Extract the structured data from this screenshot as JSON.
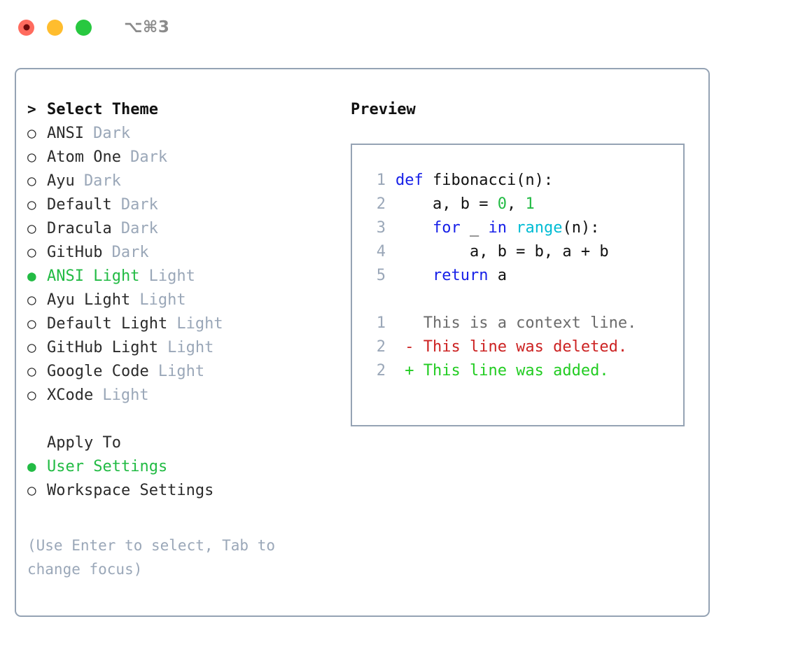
{
  "window": {
    "traffic_lights": [
      {
        "name": "close-recording-dot",
        "color": "#ff6b5e"
      },
      {
        "name": "minimize-dot",
        "color": "#ffbd2e"
      },
      {
        "name": "maximize-dot",
        "color": "#28c840"
      }
    ],
    "shortcut": "⌥⌘3"
  },
  "theme_list": {
    "header_marker": ">",
    "header": "Select Theme",
    "unselected_marker": "○",
    "selected_marker": "●",
    "items": [
      {
        "marker": "○",
        "name": "ANSI",
        "badge": "Dark",
        "selected": false
      },
      {
        "marker": "○",
        "name": "Atom One",
        "badge": "Dark",
        "selected": false
      },
      {
        "marker": "○",
        "name": "Ayu",
        "badge": "Dark",
        "selected": false
      },
      {
        "marker": "○",
        "name": "Default",
        "badge": "Dark",
        "selected": false
      },
      {
        "marker": "○",
        "name": "Dracula",
        "badge": "Dark",
        "selected": false
      },
      {
        "marker": "○",
        "name": "GitHub",
        "badge": "Dark",
        "selected": false
      },
      {
        "marker": "●",
        "name": "ANSI Light",
        "badge": "Light",
        "selected": true
      },
      {
        "marker": "○",
        "name": "Ayu Light",
        "badge": "Light",
        "selected": false
      },
      {
        "marker": "○",
        "name": "Default Light",
        "badge": "Light",
        "selected": false
      },
      {
        "marker": "○",
        "name": "GitHub Light",
        "badge": "Light",
        "selected": false
      },
      {
        "marker": "○",
        "name": "Google Code",
        "badge": "Light",
        "selected": false
      },
      {
        "marker": "○",
        "name": "XCode",
        "badge": "Light",
        "selected": false
      }
    ]
  },
  "apply_to": {
    "header": "Apply To",
    "options": [
      {
        "marker": "●",
        "label": "User Settings",
        "selected": true
      },
      {
        "marker": "○",
        "label": "Workspace Settings",
        "selected": false
      }
    ]
  },
  "help_text": "(Use Enter to select, Tab to change focus)",
  "preview": {
    "title": "Preview",
    "code_lines": [
      {
        "no": "1",
        "tokens": [
          {
            "t": "def ",
            "c": "kw"
          },
          {
            "t": "fibonacci(n):",
            "c": "txt"
          }
        ]
      },
      {
        "no": "2",
        "tokens": [
          {
            "t": "    a, b = ",
            "c": "txt"
          },
          {
            "t": "0",
            "c": "num"
          },
          {
            "t": ", ",
            "c": "txt"
          },
          {
            "t": "1",
            "c": "num"
          }
        ]
      },
      {
        "no": "3",
        "tokens": [
          {
            "t": "    ",
            "c": "txt"
          },
          {
            "t": "for ",
            "c": "kw"
          },
          {
            "t": "_ ",
            "c": "txt"
          },
          {
            "t": "in ",
            "c": "kw"
          },
          {
            "t": "range",
            "c": "fn"
          },
          {
            "t": "(n):",
            "c": "txt"
          }
        ]
      },
      {
        "no": "4",
        "tokens": [
          {
            "t": "        a, b = b, a + b",
            "c": "txt"
          }
        ]
      },
      {
        "no": "5",
        "tokens": [
          {
            "t": "    ",
            "c": "txt"
          },
          {
            "t": "return ",
            "c": "kw"
          },
          {
            "t": "a",
            "c": "txt"
          }
        ]
      }
    ],
    "diff_lines": [
      {
        "no": "1",
        "tokens": [
          {
            "t": "   This is a context line.",
            "c": "ctx"
          }
        ]
      },
      {
        "no": "2",
        "tokens": [
          {
            "t": " - This line was deleted.",
            "c": "del"
          }
        ]
      },
      {
        "no": "2",
        "tokens": [
          {
            "t": " + This line was added.",
            "c": "add"
          }
        ]
      }
    ]
  },
  "colors": {
    "border": "#95a3b4",
    "accent_green": "#22bb44",
    "muted": "#9aa7b8",
    "keyword": "#1720e8",
    "function": "#00bcd4",
    "number": "#22bb44",
    "deleted": "#cc2222",
    "added": "#22cc22"
  }
}
